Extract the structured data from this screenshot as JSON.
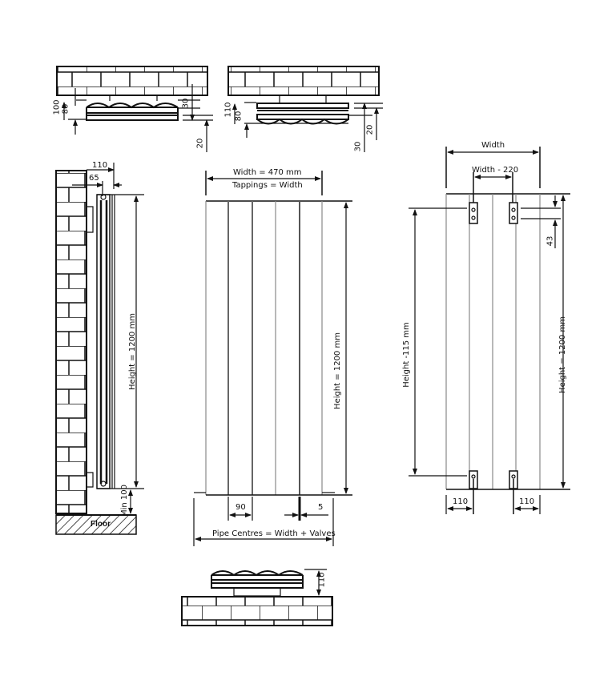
{
  "drawing": {
    "title": "Vertical radiator dimension drawing",
    "plan_top_left": {
      "dim_wall_to_front": "100",
      "dim_wall_to_panel": "80",
      "dim_right_upper": "30",
      "dim_right_lower": "20"
    },
    "plan_top_middle": {
      "dim_wall_to_front": "110",
      "dim_wall_to_panel": "80",
      "dim_right_lower_a": "30",
      "dim_right_lower_b": "20"
    },
    "side_view": {
      "dim_outer": "110",
      "dim_inner": "65",
      "height_label": "Height = 1200 mm",
      "min_clearance": "Min 100",
      "floor_label": "Floor"
    },
    "front_view": {
      "width_label": "Width = 470 mm",
      "tappings_label": "Tappings = Width",
      "height_label": "Height = 1200 mm",
      "dim_panel_gap": "90",
      "dim_offset": "5",
      "pipe_centres_label": "Pipe Centres = Width + Valves",
      "panel_count": 6
    },
    "rear_view": {
      "width_label": "Width",
      "bracket_width_label": "Width - 220",
      "bracket_height_label": "Height -115 mm",
      "height_label": "Height = 1200 mm",
      "dim_top": "43",
      "dim_left_bottom": "110",
      "dim_right_bottom": "110"
    },
    "plan_bottom": {
      "dim_depth": "110"
    }
  }
}
